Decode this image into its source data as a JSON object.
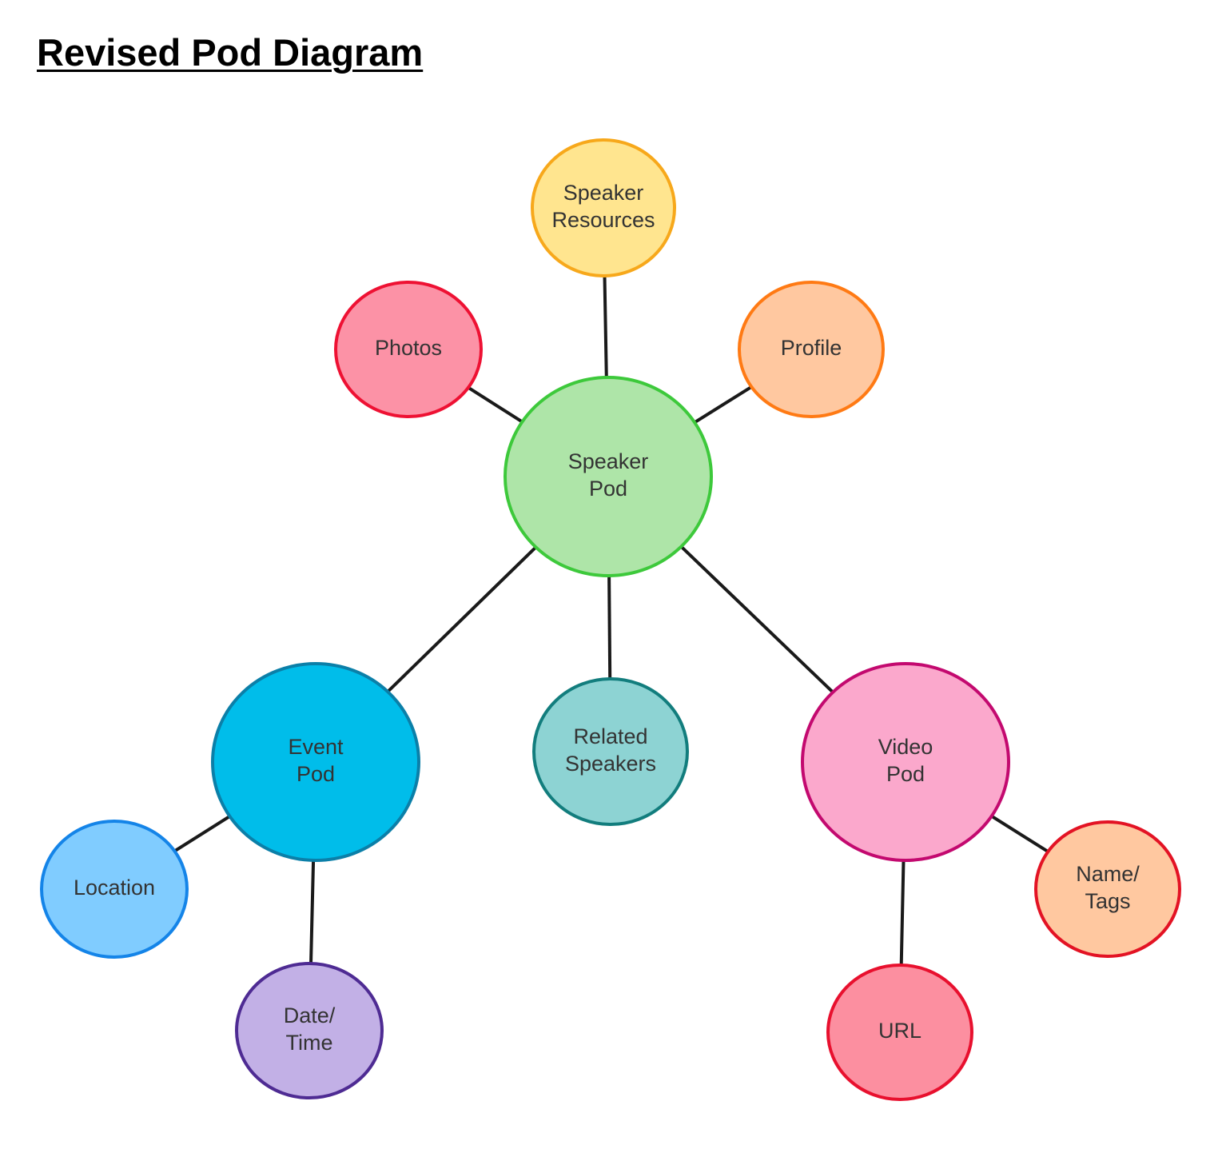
{
  "title": "Revised Pod Diagram",
  "nodes": [
    {
      "id": "speaker-resources",
      "lines": [
        "Speaker",
        "Resources"
      ],
      "fill": "#FFE58F",
      "stroke": "#F7A81B"
    },
    {
      "id": "photos",
      "lines": [
        "Photos"
      ],
      "fill": "#FC92A6",
      "stroke": "#EE1133"
    },
    {
      "id": "profile",
      "lines": [
        "Profile"
      ],
      "fill": "#FFC8A0",
      "stroke": "#FF7A14"
    },
    {
      "id": "speaker-pod",
      "lines": [
        "Speaker",
        "Pod"
      ],
      "fill": "#AEE5A8",
      "stroke": "#3DC93B"
    },
    {
      "id": "event-pod",
      "lines": [
        "Event",
        "Pod"
      ],
      "fill": "#00BDEA",
      "stroke": "#0B7FA8"
    },
    {
      "id": "related-speakers",
      "lines": [
        "Related",
        "Speakers"
      ],
      "fill": "#8DD3D3",
      "stroke": "#127D7D"
    },
    {
      "id": "video-pod",
      "lines": [
        "Video",
        "Pod"
      ],
      "fill": "#FBA8CC",
      "stroke": "#C3096F"
    },
    {
      "id": "location",
      "lines": [
        "Location"
      ],
      "fill": "#80CCFF",
      "stroke": "#1484E8"
    },
    {
      "id": "date-time",
      "lines": [
        "Date/",
        "Time"
      ],
      "fill": "#C2B0E6",
      "stroke": "#4E2B93"
    },
    {
      "id": "url",
      "lines": [
        "URL"
      ],
      "fill": "#FC8FA0",
      "stroke": "#E8102E"
    },
    {
      "id": "name-tags",
      "lines": [
        "Name/",
        "Tags"
      ],
      "fill": "#FFC8A0",
      "stroke": "#E31324"
    }
  ],
  "edges": [
    {
      "from": "speaker-pod",
      "to": "speaker-resources"
    },
    {
      "from": "speaker-pod",
      "to": "photos"
    },
    {
      "from": "speaker-pod",
      "to": "profile"
    },
    {
      "from": "speaker-pod",
      "to": "event-pod"
    },
    {
      "from": "speaker-pod",
      "to": "related-speakers"
    },
    {
      "from": "speaker-pod",
      "to": "video-pod"
    },
    {
      "from": "event-pod",
      "to": "location"
    },
    {
      "from": "event-pod",
      "to": "date-time"
    },
    {
      "from": "video-pod",
      "to": "url"
    },
    {
      "from": "video-pod",
      "to": "name-tags"
    }
  ]
}
